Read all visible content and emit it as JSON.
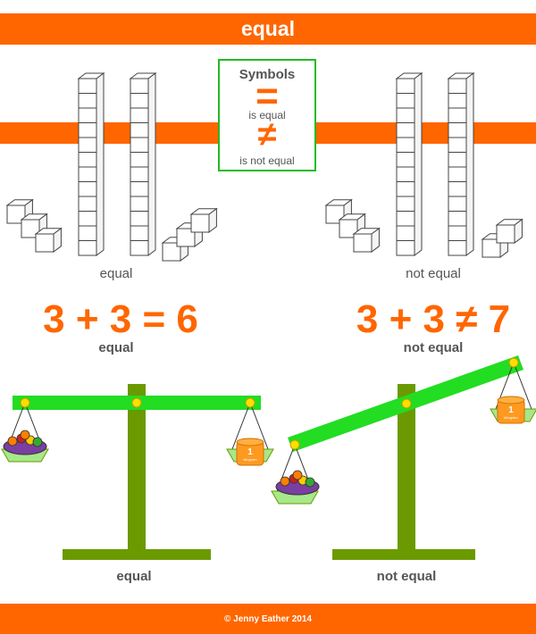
{
  "title": "equal",
  "symbols_box": {
    "heading": "Symbols",
    "equal_sign": "=",
    "equal_label": "is equal",
    "not_equal_sign": "≠",
    "not_equal_label": "is not equal"
  },
  "blocks": {
    "left_caption": "equal",
    "right_caption": "not equal"
  },
  "equations": {
    "left": "3 + 3 = 6",
    "left_caption": "equal",
    "right": "3 + 3 ≠ 7",
    "right_caption": "not equal"
  },
  "scales": {
    "left_caption": "equal",
    "right_caption": "not equal",
    "weight_label": "1",
    "weight_unit": "kilogram"
  },
  "footer": "© Jenny Eather 2014",
  "colors": {
    "orange": "#ff6600",
    "scale_green": "#6a9a00",
    "beam_green": "#22dd22",
    "box_border": "#22bb22"
  }
}
